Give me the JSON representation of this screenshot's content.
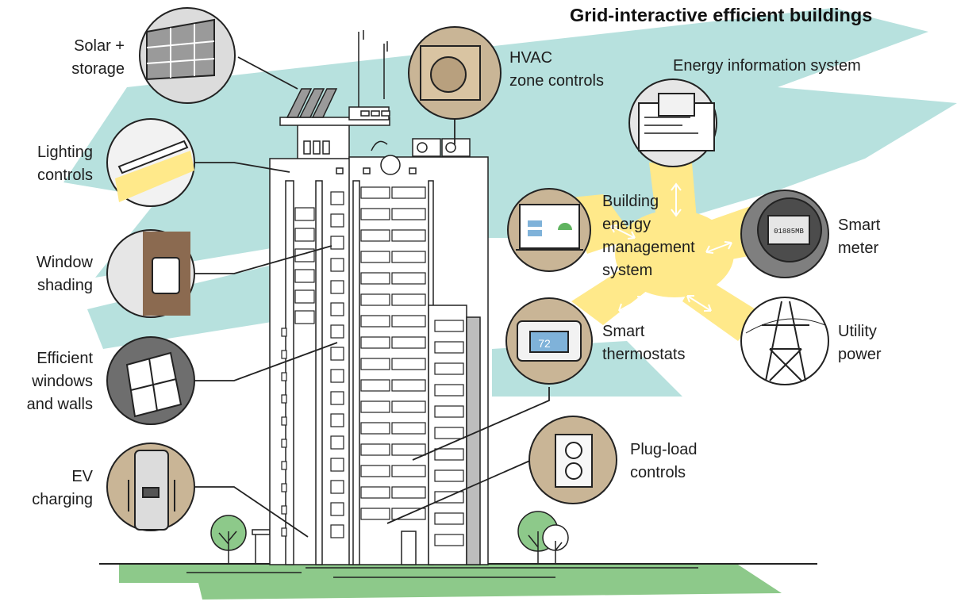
{
  "title": "Grid-interactive efficient buildings",
  "labels": {
    "solar": [
      "Solar +",
      "storage"
    ],
    "lighting": [
      "Lighting",
      "controls"
    ],
    "shading": [
      "Window",
      "shading"
    ],
    "windows": [
      "Efficient",
      "windows",
      "and walls"
    ],
    "ev": [
      "EV",
      "charging"
    ],
    "hvac": [
      "HVAC",
      "zone controls"
    ],
    "eis": [
      "Energy information system"
    ],
    "bems": [
      "Building",
      "energy",
      "management",
      "system"
    ],
    "meter": [
      "Smart",
      "meter"
    ],
    "thermostat": [
      "Smart",
      "thermostats"
    ],
    "utility": [
      "Utility",
      "power"
    ],
    "plug": [
      "Plug-load",
      "controls"
    ]
  },
  "thermostat_reading": "72",
  "meter_reading": "01885MB",
  "colors": {
    "sky_band": "#b7e1de",
    "glow": "#ffe98a",
    "ground": "#8dc98a",
    "circle_tan": "#c9b596",
    "circle_gray": "#7f7f7f",
    "line": "#222222"
  }
}
